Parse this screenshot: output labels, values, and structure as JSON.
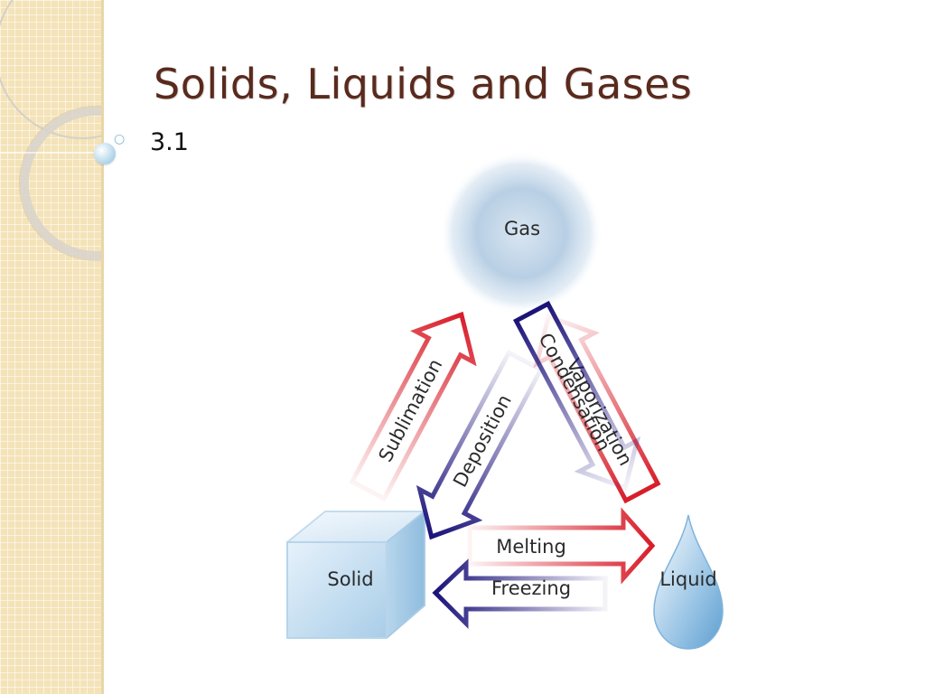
{
  "slide": {
    "title": "Solids, Liquids and Gases",
    "bullet_icon": "hollow-circle-bullet",
    "subtitle": "3.1"
  },
  "diagram": {
    "states": {
      "gas": "Gas",
      "solid": "Solid",
      "liquid": "Liquid"
    },
    "transitions": {
      "sublimation": "Sublimation",
      "deposition": "Deposition",
      "condensation": "Condensation",
      "vaporization": "Vaporization",
      "melting": "Melting",
      "freezing": "Freezing"
    },
    "colors": {
      "heating_arrow": "#d81e2a",
      "cooling_arrow": "#1c137a",
      "title": "#5a2a1c"
    }
  }
}
